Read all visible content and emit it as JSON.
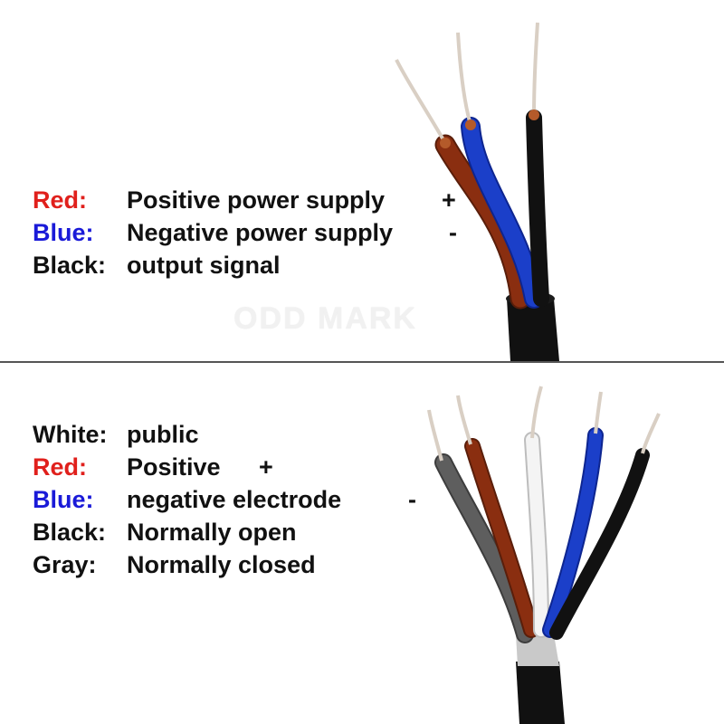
{
  "top": {
    "legend": [
      {
        "color": "Red:",
        "color_hex": "#e0201c",
        "desc": "Positive power supply",
        "sign": "+"
      },
      {
        "color": "Blue:",
        "color_hex": "#1a1ad8",
        "desc": "Negative power supply",
        "sign": "-"
      },
      {
        "color": "Black:",
        "color_hex": "#111111",
        "desc": "output signal",
        "sign": ""
      }
    ],
    "watermark": "ODD MARK"
  },
  "bottom": {
    "legend": [
      {
        "color": "White:",
        "color_hex": "#111111",
        "desc": "public",
        "sign": ""
      },
      {
        "color": "Red:",
        "color_hex": "#e0201c",
        "desc": "Positive",
        "sign": "+"
      },
      {
        "color": "Blue:",
        "color_hex": "#1a1ad8",
        "desc": "negative electrode",
        "sign": "-"
      },
      {
        "color": "Black:",
        "color_hex": "#111111",
        "desc": "Normally open",
        "sign": ""
      },
      {
        "color": "Gray:",
        "color_hex": "#111111",
        "desc": "Normally closed",
        "sign": ""
      }
    ]
  },
  "wire_colors": {
    "red": "#8a2e10",
    "blue": "#1b3fc9",
    "black": "#111111",
    "white": "#f4f4f4",
    "gray": "#5e5e5e",
    "copper": "#d9cfc4"
  }
}
